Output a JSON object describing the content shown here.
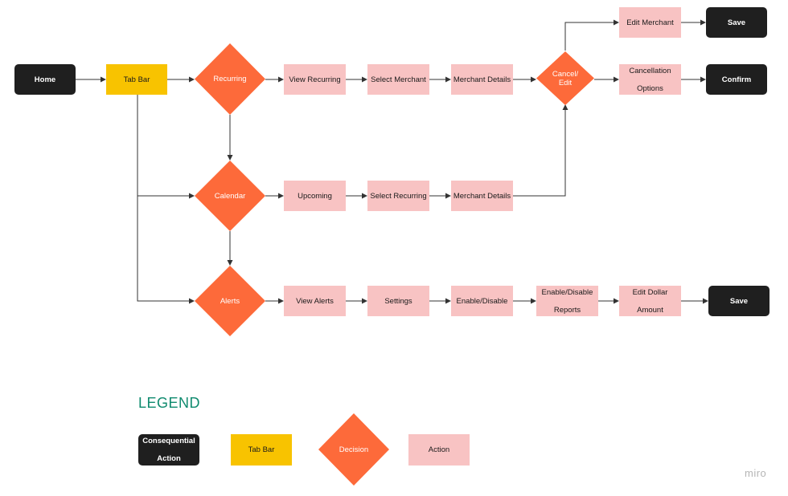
{
  "nodes": {
    "home": "Home",
    "tab_bar": "Tab Bar",
    "recurring": "Recurring",
    "calendar": "Calendar",
    "alerts": "Alerts",
    "view_recurring": "View Recurring",
    "select_merchant": "Select Merchant",
    "merchant_details_1": "Merchant Details",
    "cancel_edit": [
      "Cancel/",
      "Edit"
    ],
    "edit_merchant": "Edit Merchant",
    "save_top": "Save",
    "cancellation_options": [
      "Cancellation",
      "Options"
    ],
    "confirm": "Confirm",
    "upcoming": "Upcoming",
    "select_recurring": "Select Recurring",
    "merchant_details_2": "Merchant Details",
    "view_alerts": "View Alerts",
    "settings": "Settings",
    "enable_disable": "Enable/Disable",
    "enable_disable_reports": [
      "Enable/Disable",
      "Reports"
    ],
    "edit_dollar_amount": [
      "Edit Dollar",
      "Amount"
    ],
    "save_bottom": "Save"
  },
  "legend": {
    "title": "LEGEND",
    "consequential": [
      "Consequential",
      "Action"
    ],
    "tab_bar": "Tab Bar",
    "decision": "Decision",
    "action": "Action"
  },
  "brand": "miro",
  "colors": {
    "consequential": "#1f1f1f",
    "tab_bar": "#f8c300",
    "decision": "#fd6a3a",
    "action": "#f8c3c3",
    "legend_title": "#0f8a6e"
  }
}
